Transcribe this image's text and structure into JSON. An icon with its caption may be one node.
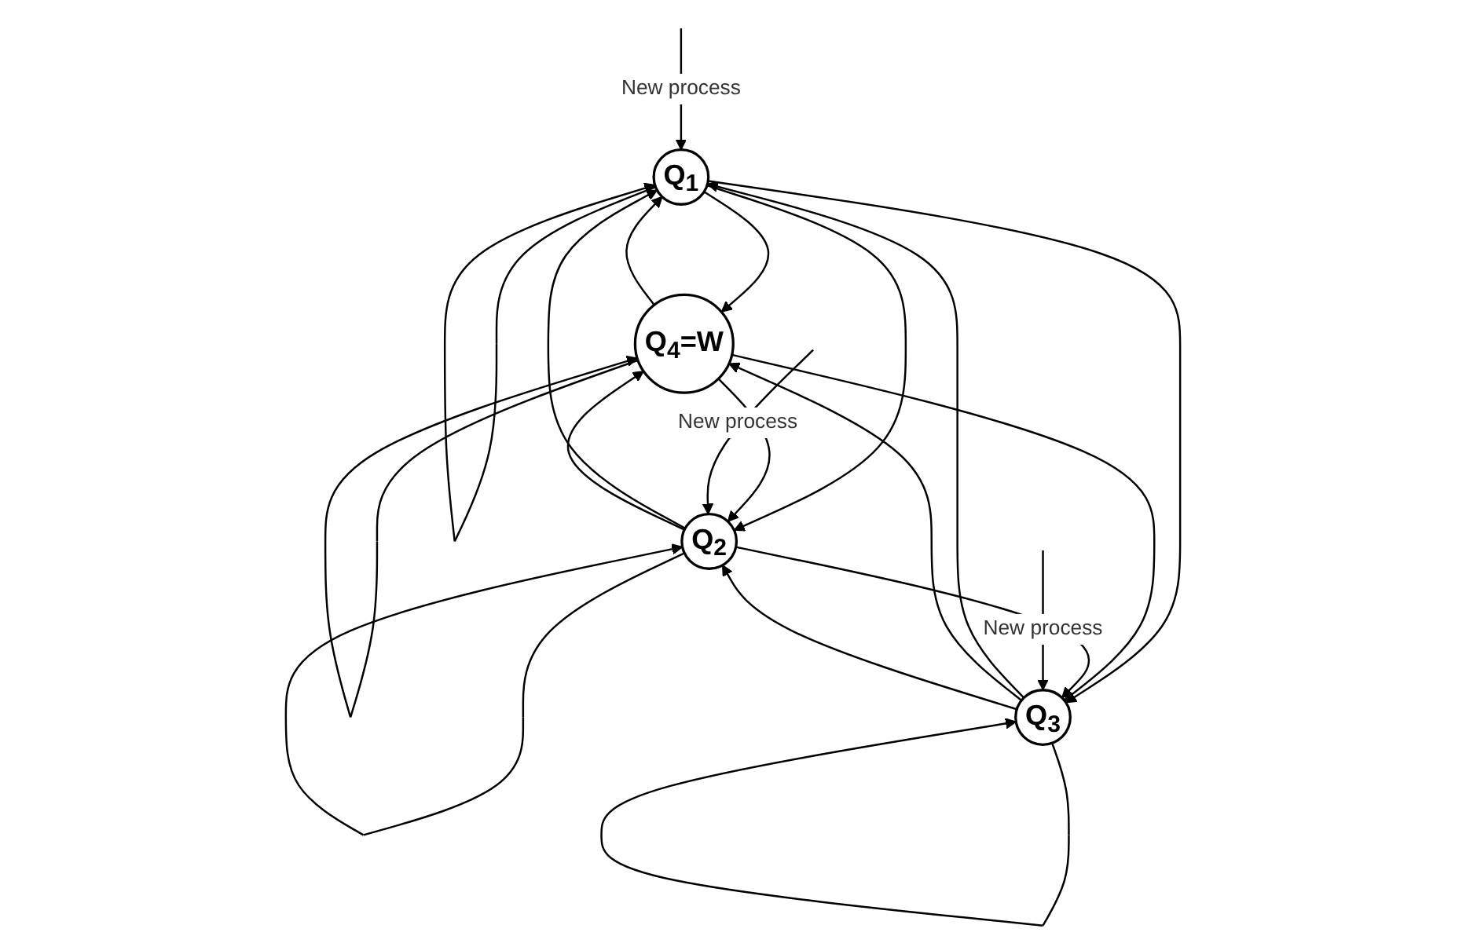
{
  "diagram": {
    "nodes": [
      {
        "text": [
          "Q$_{1}$"
        ]
      },
      {
        "text": [
          "Q$_{2}$"
        ]
      },
      {
        "text": [
          "Q$_{3}$"
        ]
      },
      {
        "text": [
          "Q$_{4}$=W"
        ]
      }
    ],
    "edges": [
      {
        "from": 0,
        "to": 0,
        "arrow": "to"
      },
      {
        "from": null,
        "to": 0,
        "arrow": "to",
        "label": "New process"
      },
      {
        "from": 3,
        "to": 0,
        "arrow": "to"
      },
      {
        "from": 0,
        "to": 3,
        "arrow": "to"
      },
      {
        "from": 0,
        "to": 1,
        "arrow": "to"
      },
      {
        "from": 1,
        "to": 0,
        "arrow": "to"
      },
      {
        "from": 2,
        "to": 0,
        "arrow": "to"
      },
      {
        "from": 0,
        "to": 2,
        "arrow": "to"
      },
      {
        "from": 3,
        "to": 3,
        "arrow": "to"
      },
      {
        "from": 3,
        "to": 1,
        "arrow": "to"
      },
      {
        "from": 1,
        "to": 3,
        "arrow": "to"
      },
      {
        "from": 1,
        "to": 1,
        "arrow": "to"
      },
      {
        "from": null,
        "to": 1,
        "arrow": "to",
        "label": "New process"
      },
      {
        "from": 3,
        "to": 2,
        "arrow": "to"
      },
      {
        "from": 2,
        "to": 3,
        "arrow": "to"
      },
      {
        "from": 2,
        "to": 1,
        "arrow": "to"
      },
      {
        "from": 1,
        "to": 2,
        "arrow": "to"
      },
      {
        "from": 2,
        "to": 2,
        "arrow": "to"
      },
      {
        "from": null,
        "to": 2,
        "arrow": "to",
        "label": "New process"
      }
    ]
  }
}
